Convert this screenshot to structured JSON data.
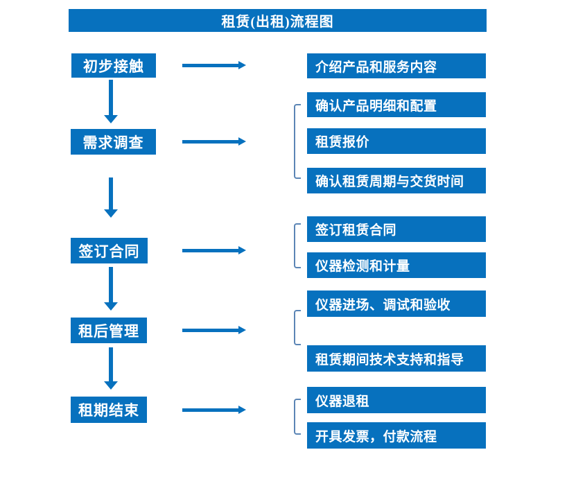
{
  "title": "租赁(出租)流程图",
  "colors": {
    "primary_blue": "#0771BE",
    "bracket_blue": "#5B85B5",
    "text_white": "#FFFFFF",
    "background": "#FFFFFF"
  },
  "stages": [
    {
      "label": "初步接触",
      "outputs": [
        "介绍产品和服务内容"
      ]
    },
    {
      "label": "需求调查",
      "outputs": [
        "确认产品明细和配置",
        "租赁报价",
        "确认租赁周期与交货时间"
      ]
    },
    {
      "label": "签订合同",
      "outputs": [
        "签订租赁合同",
        "仪器检测和计量"
      ]
    },
    {
      "label": "租后管理",
      "outputs": [
        "仪器进场、调试和验收",
        "租赁期间技术支持和指导"
      ]
    },
    {
      "label": "租期结束",
      "outputs": [
        "仪器退租",
        "开具发票，付款流程"
      ]
    }
  ]
}
